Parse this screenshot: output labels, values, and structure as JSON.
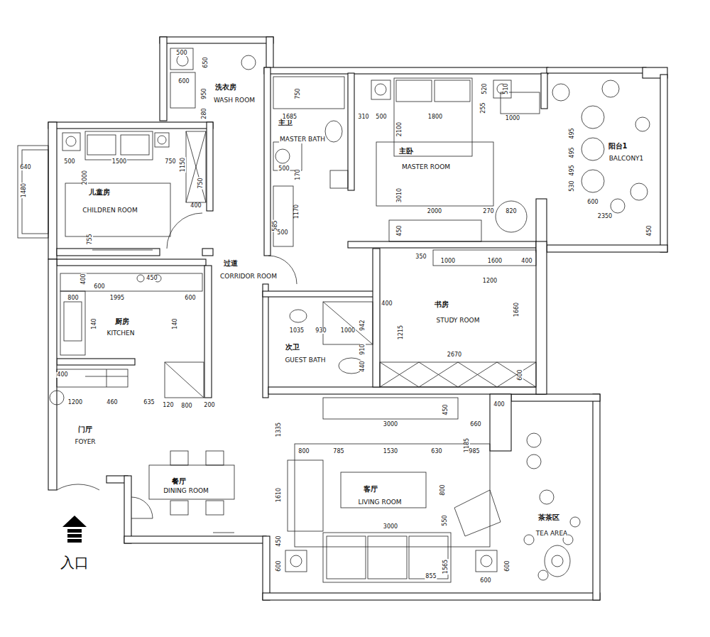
{
  "diagram": {
    "nodes": [
      {
        "text": [
          "洗衣房",
          "WASH ROOM"
        ]
      },
      {
        "text": [
          "儿童房",
          "CHILDREN ROOM"
        ]
      },
      {
        "text": [
          "主卫",
          "MASTER BATH"
        ]
      },
      {
        "text": [
          "主卧",
          "MASTER ROOM"
        ]
      },
      {
        "text": [
          "阳台1",
          "BALCONY1"
        ]
      },
      {
        "text": [
          "过道",
          "CORRIDOR ROOM"
        ]
      },
      {
        "text": [
          "厨房",
          "KITCHEN"
        ]
      },
      {
        "text": [
          "次卫",
          "GUEST BATH"
        ]
      },
      {
        "text": [
          "书房",
          "STUDY ROOM"
        ]
      },
      {
        "text": [
          "门厅",
          "FOYER"
        ]
      },
      {
        "text": [
          "餐厅",
          "DINING ROOM"
        ]
      },
      {
        "text": [
          "客厅",
          "LIVING ROOM"
        ]
      },
      {
        "text": [
          "茶茶区",
          "TEA AREA"
        ]
      }
    ],
    "labels": [
      "500",
      "650",
      "600",
      "950",
      "280",
      "640",
      "1480",
      "500",
      "1500",
      "2000",
      "750",
      "1150",
      "750",
      "400",
      "755",
      "750",
      "1685",
      "310",
      "500",
      "500",
      "170",
      "1170",
      "585",
      "500",
      "1800",
      "520",
      "255",
      "510",
      "1000",
      "2100",
      "3010",
      "2000",
      "270",
      "820",
      "450",
      "495",
      "495",
      "495",
      "530",
      "600",
      "2350",
      "450",
      "350",
      "1000",
      "1600",
      "400",
      "1200",
      "400",
      "1215",
      "1660",
      "2670",
      "600",
      "1035",
      "930",
      "1000",
      "942",
      "910",
      "440",
      "800",
      "1995",
      "600",
      "400",
      "600",
      "450",
      "140",
      "140",
      "400",
      "1200",
      "460",
      "635",
      "120",
      "800",
      "200",
      "1335",
      "450",
      "400",
      "3000",
      "660",
      "1185",
      "800",
      "785",
      "1530",
      "630",
      "985",
      "1610",
      "800",
      "550",
      "3000",
      "450",
      "600",
      "1565",
      "855",
      "600",
      "600",
      "入口"
    ]
  }
}
